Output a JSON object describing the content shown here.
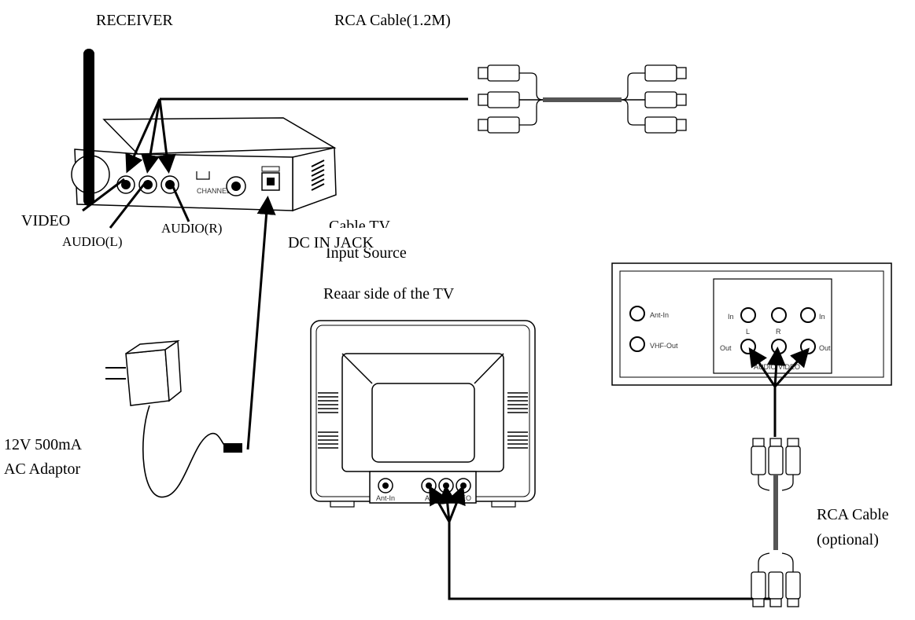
{
  "labels": {
    "receiver": "RECEIVER",
    "rca_cable_top": "RCA Cable(1.2M)",
    "video": "VIDEO",
    "audio_l": "AUDIO(L)",
    "audio_r": "AUDIO(R)",
    "dc_in_jack": "DC IN JACK",
    "cable_tv": "Cable TV",
    "input_source": "Input Source",
    "rear_tv": "Reaar side of the TV",
    "adaptor_line1": "12V 500mA",
    "adaptor_line2": "AC Adaptor",
    "rca_cable_right_1": "RCA Cable",
    "rca_cable_right_2": "(optional)"
  },
  "vcr_panel": {
    "ant_in": "Ant-In",
    "vhf_out": "VHF-Out",
    "in_1": "In",
    "in_2": "In",
    "out_1": "Out",
    "out_2": "Out",
    "l": "L",
    "r": "R",
    "audio_video": "AUDIO VIDEO"
  },
  "tv_panel": {
    "ant_in": "Ant-In",
    "audio_video": "AUDIO VIDEO"
  }
}
